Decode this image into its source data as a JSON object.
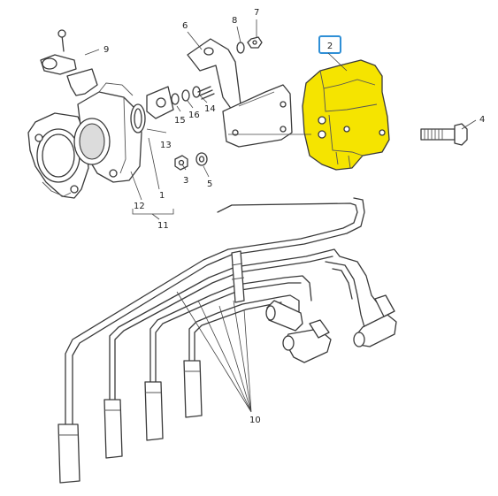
{
  "callouts": {
    "c1": "1",
    "c2": "2",
    "c3": "3",
    "c4": "4",
    "c5": "5",
    "c6": "6",
    "c7": "7",
    "c8": "8",
    "c9": "9",
    "c10": "10",
    "c11": "11",
    "c12": "12",
    "c13": "13",
    "c14": "14",
    "c15": "15",
    "c16": "16"
  },
  "colors": {
    "highlight_fill": "#f5e400",
    "highlight_box": "#2f8fd6",
    "line": "#3a3a3a"
  },
  "highlighted_part": "2"
}
